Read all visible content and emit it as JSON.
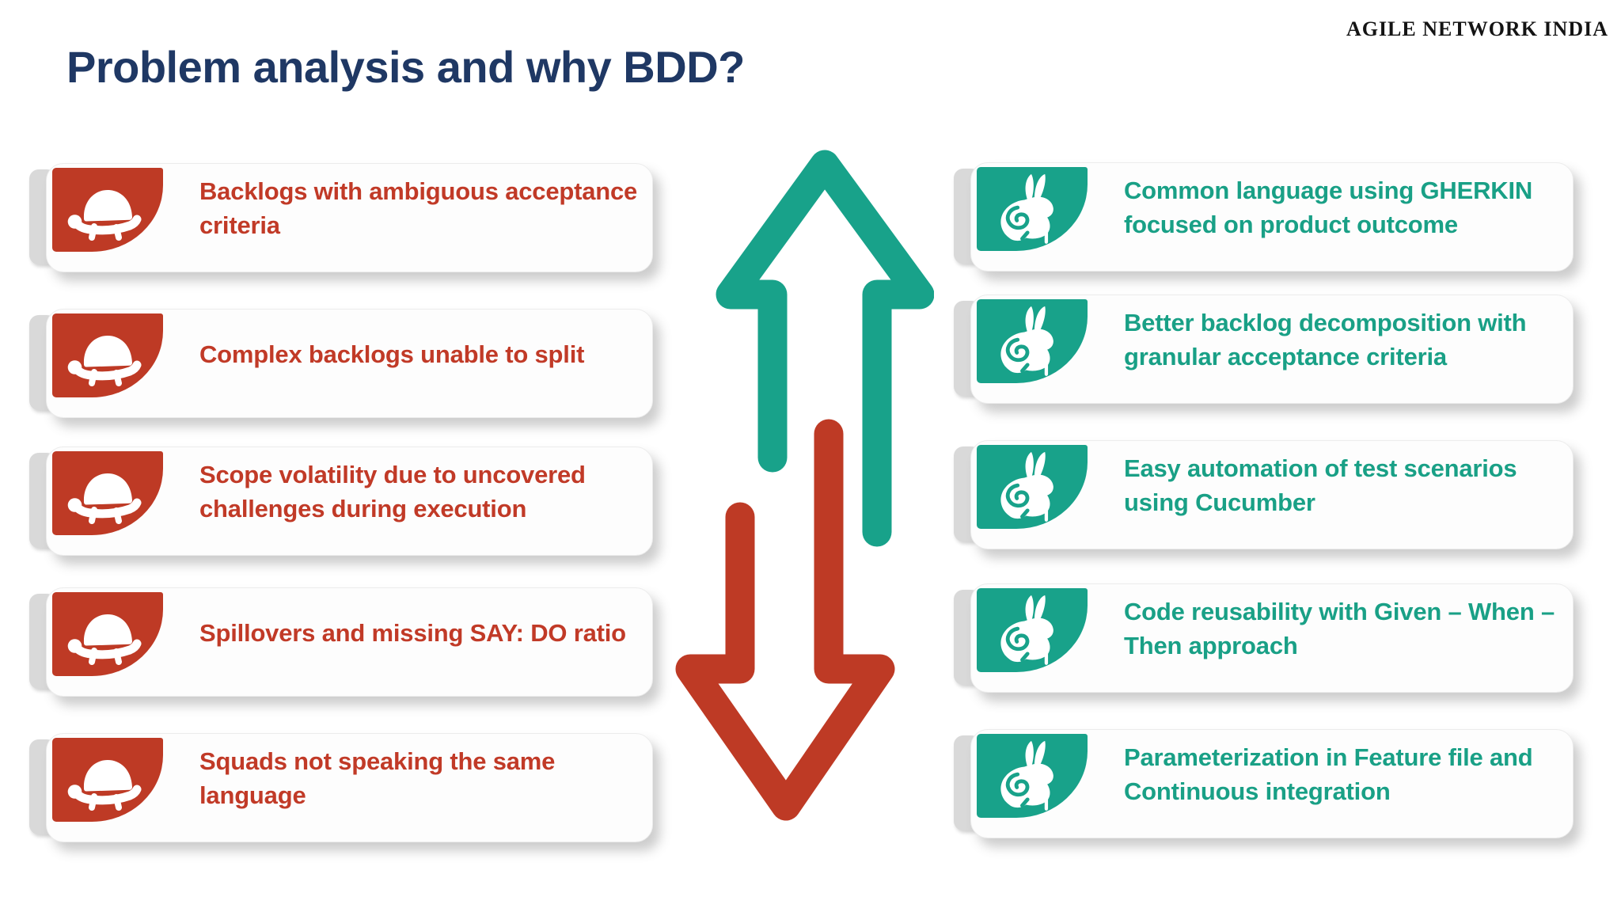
{
  "header": {
    "title": "Problem analysis and why BDD?",
    "brand": "AGILE NETWORK INDIA"
  },
  "left_column": {
    "name": "problems",
    "icon": "turtle-icon",
    "theme_color": "#be3a25",
    "items": [
      {
        "text": "Backlogs with ambiguous acceptance criteria"
      },
      {
        "text": "Complex backlogs unable to split"
      },
      {
        "text": "Scope volatility due to uncovered challenges during execution"
      },
      {
        "text": "Spillovers and missing SAY: DO ratio"
      },
      {
        "text": "Squads not speaking the same language"
      }
    ]
  },
  "right_column": {
    "name": "benefits",
    "icon": "rabbit-icon",
    "theme_color": "#18a28a",
    "items": [
      {
        "text": "Common language using GHERKIN focused on product outcome"
      },
      {
        "text": "Better backlog decomposition with granular acceptance criteria"
      },
      {
        "text": "Easy automation of test scenarios using Cucumber"
      },
      {
        "text": "Code reusability with Given – When – Then approach"
      },
      {
        "text": "Parameterization in Feature file and Continuous integration"
      }
    ]
  },
  "arrows": {
    "up": {
      "direction": "up",
      "color": "#18a28a"
    },
    "down": {
      "direction": "down",
      "color": "#be3a25"
    }
  },
  "palette": {
    "title_navy": "#1f3864",
    "problem_red": "#be3a25",
    "benefit_teal": "#18a28a",
    "tab_gray": "#d9d9d9"
  }
}
